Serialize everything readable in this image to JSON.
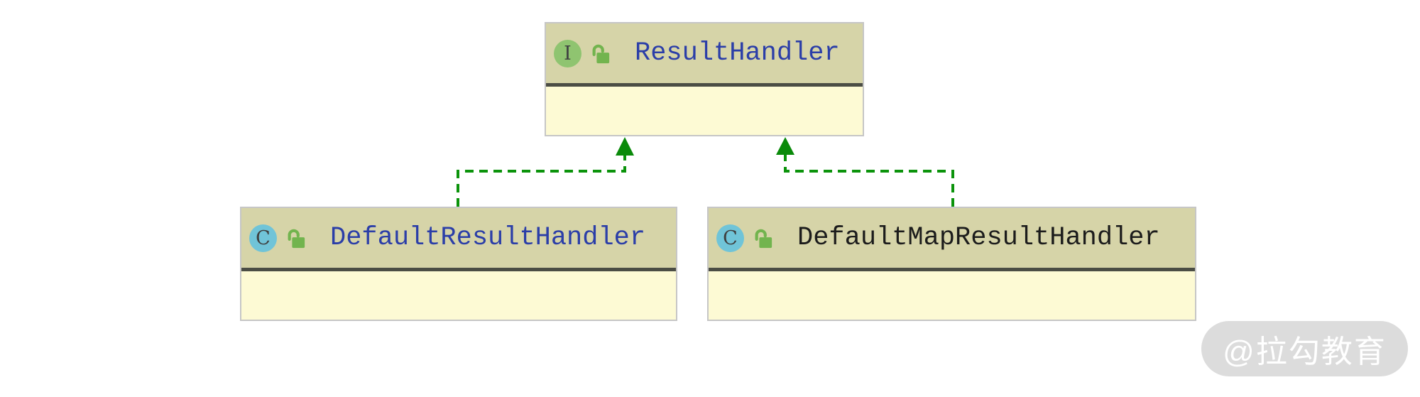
{
  "colors": {
    "canvas_bg": "#ffffff",
    "node_header_bg": "#d6d4a8",
    "node_body_bg": "#fdfad4",
    "node_border": "#c6c6c6",
    "node_separator": "#4b4d44",
    "connector_green": "#0b930b",
    "arrowhead_green": "#0a8a0a",
    "interface_badge_bg": "#8fc470",
    "class_badge_bg": "#70c4d8",
    "badge_letter_color": "#3f4040",
    "lock_green": "#72b44e",
    "title_blue": "#2b3ea8",
    "title_black": "#1c1c1c",
    "watermark_bg": "#dcdcdc",
    "watermark_text_color": "#ffffff"
  },
  "nodes": [
    {
      "id": "result-handler",
      "kind": "interface",
      "icon_letter": "I",
      "name": "ResultHandler",
      "name_color": "#2b3ea8",
      "visibility": "public-unlocked"
    },
    {
      "id": "default-result-handler",
      "kind": "class",
      "icon_letter": "C",
      "name": "DefaultResultHandler",
      "name_color": "#2b3ea8",
      "visibility": "public-unlocked"
    },
    {
      "id": "default-map-result-handler",
      "kind": "class",
      "icon_letter": "C",
      "name": "DefaultMapResultHandler",
      "name_color": "#1c1c1c",
      "visibility": "public-unlocked"
    }
  ],
  "edges": [
    {
      "from": "DefaultResultHandler",
      "to": "ResultHandler",
      "type": "implements",
      "style": "green-dashed-hollowless-arrow"
    },
    {
      "from": "DefaultMapResultHandler",
      "to": "ResultHandler",
      "type": "implements",
      "style": "green-dashed-hollowless-arrow"
    }
  ],
  "watermark": {
    "text": "@拉勾教育"
  }
}
